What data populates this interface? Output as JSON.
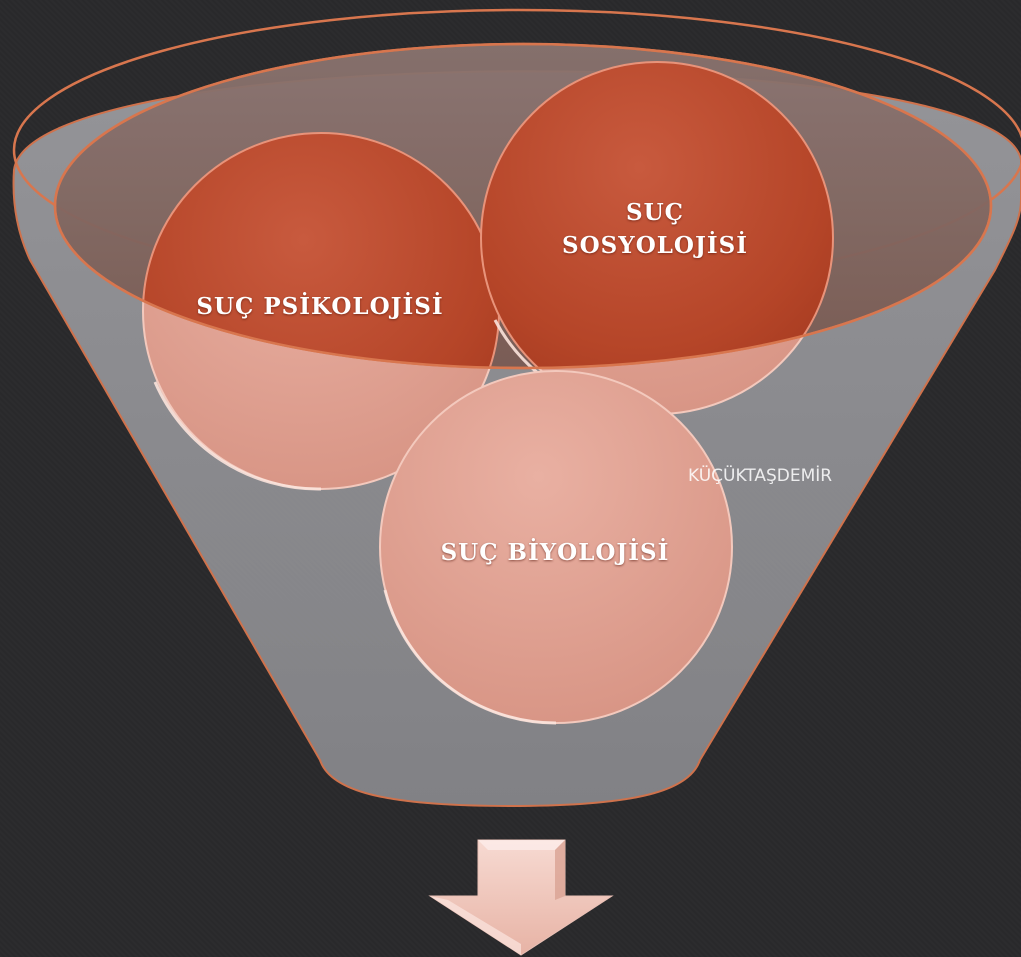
{
  "diagram": {
    "circles": [
      {
        "label": "SUÇ PSİKOLOJİSİ"
      },
      {
        "label_line1": "SUÇ",
        "label_line2": "SOSYOLOJİSİ"
      },
      {
        "label": "SUÇ BİYOLOJİSİ"
      }
    ],
    "watermark": "KÜÇÜKTAŞDEMİR",
    "colors": {
      "background": "#29292b",
      "funnel": "#8f8f93",
      "funnel_outline": "#d8764e",
      "circle_dark": "#b9472c",
      "circle_light": "#e8a594",
      "arrow": "#f0c7bc"
    }
  }
}
